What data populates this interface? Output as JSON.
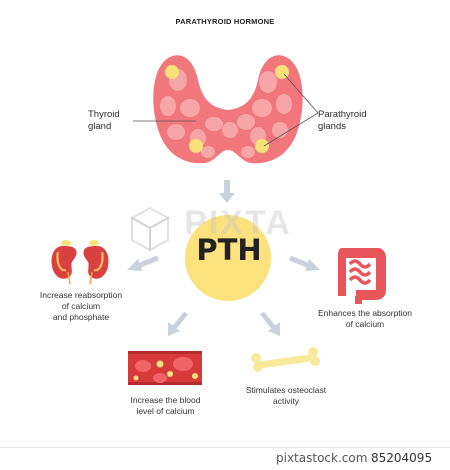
{
  "title": "PARATHYROID HORMONE",
  "labels": {
    "thyroid": "Thyroid\ngland",
    "parathyroid": "Parathyroid\nglands",
    "center": "PTH",
    "kidney": "Increase reabsorption\nof calcium\nand phosphate",
    "intestine": "Enhances the absorption\nof calcium",
    "blood": "Increase the blood\nlevel of calcium",
    "bone": "Stimulates osteoclast\nactivity"
  },
  "watermark": "PIXTA",
  "footer": {
    "site": "pixtastock.com",
    "id": "85204095"
  },
  "colors": {
    "thyroid_fill": "#f2777c",
    "thyroid_lobule": "#f7a6a8",
    "parathyroid": "#f7e27a",
    "pth_circle": "#fbe27c",
    "arrow": "#c9d2db",
    "kidney": "#d9403f",
    "blood_vessel": "#d83a3c",
    "rbc": "#e85a5d",
    "intestine": "#e8555a",
    "bone": "#f7ea9a"
  }
}
